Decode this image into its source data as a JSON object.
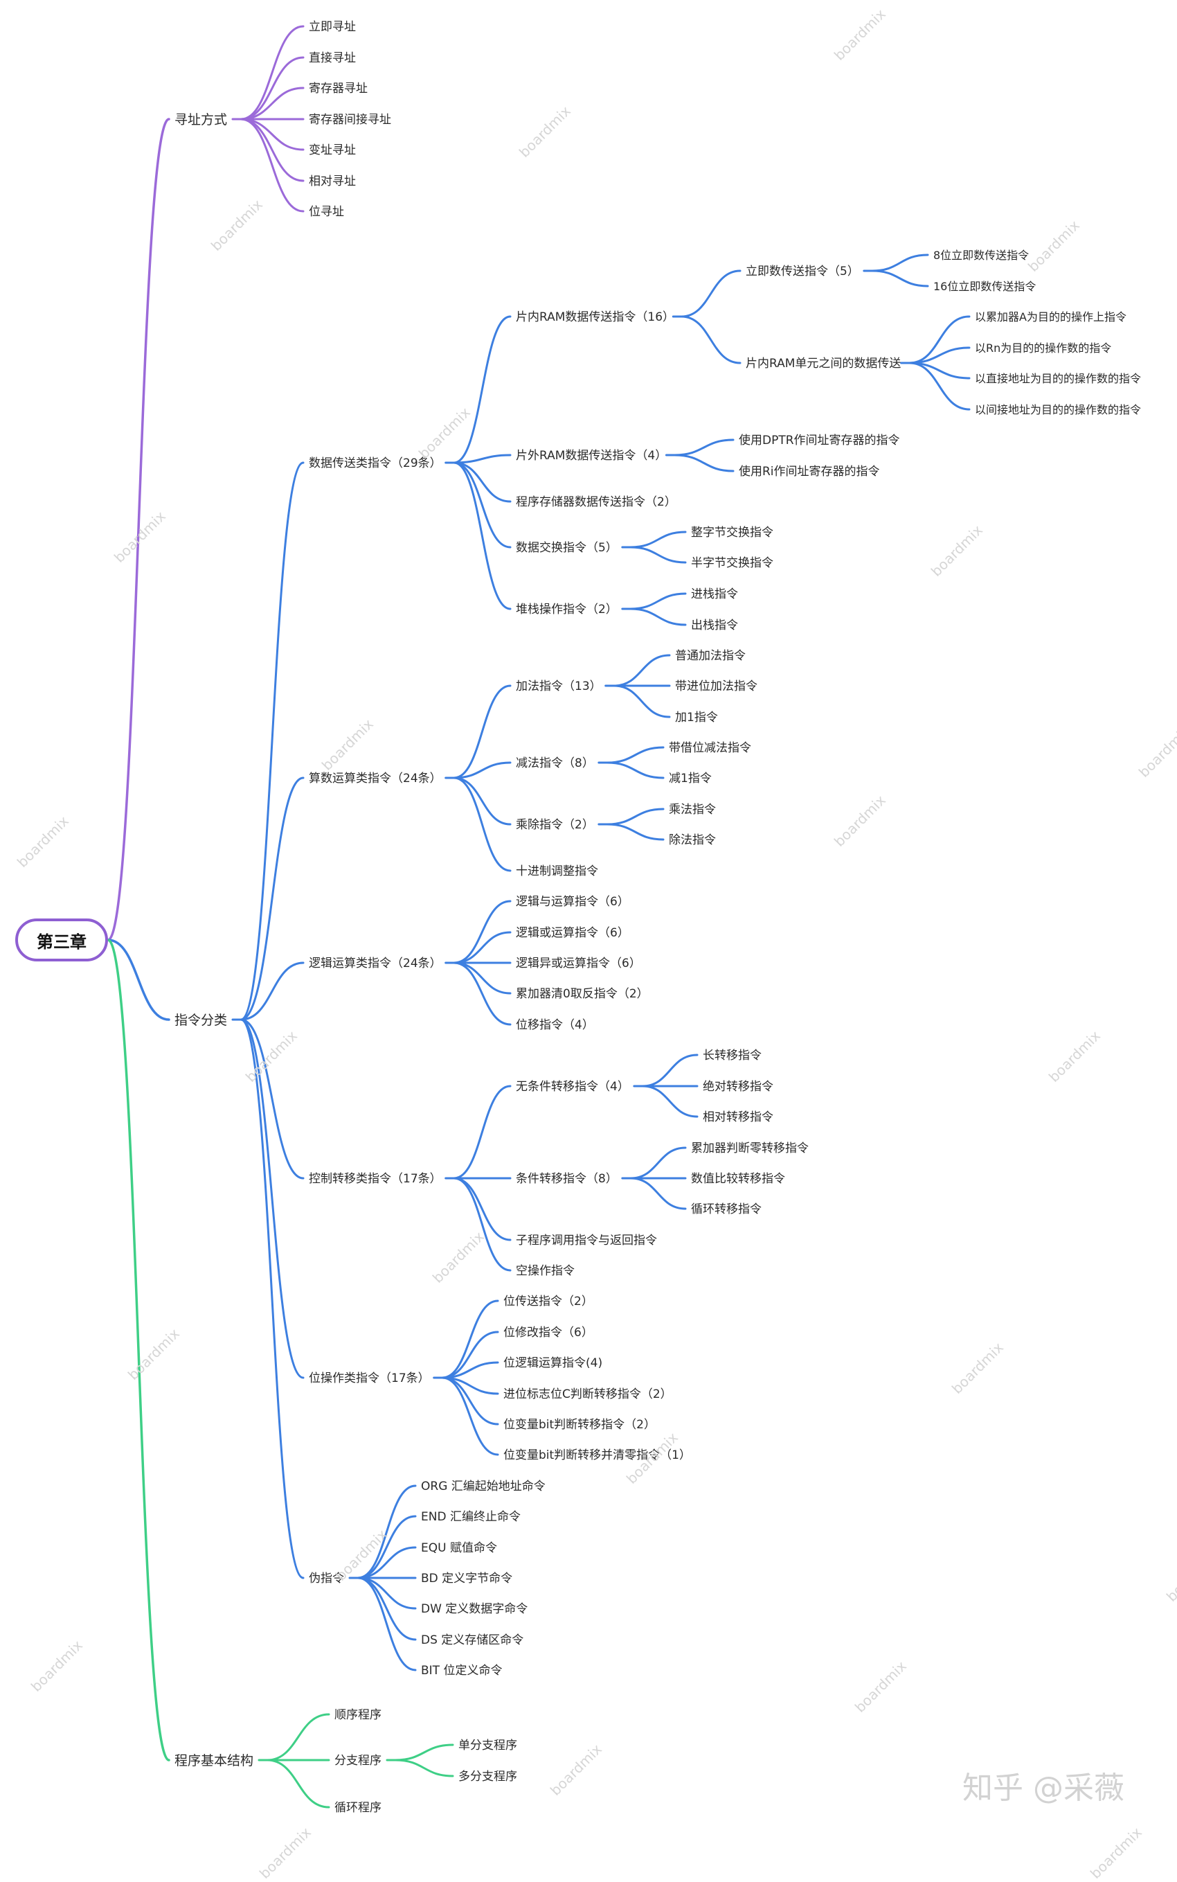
{
  "root": "第三章",
  "colors": {
    "purple": "#9b6ad9",
    "blue": "#3d7fe0",
    "green": "#3ecf86",
    "root_border": "#8e5fd2"
  },
  "branches": [
    {
      "label": "寻址方式",
      "color": "purple",
      "children": [
        {
          "label": "立即寻址"
        },
        {
          "label": "直接寻址"
        },
        {
          "label": "寄存器寻址"
        },
        {
          "label": "寄存器间接寻址"
        },
        {
          "label": "变址寻址"
        },
        {
          "label": "相对寻址"
        },
        {
          "label": "位寻址"
        }
      ]
    },
    {
      "label": "指令分类",
      "color": "blue",
      "children": [
        {
          "label": "数据传送类指令（29条）",
          "children": [
            {
              "label": "片内RAM数据传送指令（16）",
              "children": [
                {
                  "label": "立即数传送指令（5）",
                  "children": [
                    {
                      "label": "8位立即数传送指令"
                    },
                    {
                      "label": "16位立即数传送指令"
                    }
                  ]
                },
                {
                  "label": "片内RAM单元之间的数据传送",
                  "children": [
                    {
                      "label": "以累加器A为目的的操作上指令"
                    },
                    {
                      "label": "以Rn为目的的操作数的指令"
                    },
                    {
                      "label": "以直接地址为目的的操作数的指令"
                    },
                    {
                      "label": "以间接地址为目的的操作数的指令"
                    }
                  ]
                }
              ]
            },
            {
              "label": "片外RAM数据传送指令（4）",
              "children": [
                {
                  "label": "使用DPTR作间址寄存器的指令"
                },
                {
                  "label": "使用Ri作间址寄存器的指令"
                }
              ]
            },
            {
              "label": "程序存储器数据传送指令（2）"
            },
            {
              "label": "数据交换指令（5）",
              "children": [
                {
                  "label": "整字节交换指令"
                },
                {
                  "label": "半字节交换指令"
                }
              ]
            },
            {
              "label": "堆栈操作指令（2）",
              "children": [
                {
                  "label": "进栈指令"
                },
                {
                  "label": "出栈指令"
                }
              ]
            }
          ]
        },
        {
          "label": "算数运算类指令（24条）",
          "children": [
            {
              "label": "加法指令（13）",
              "children": [
                {
                  "label": "普通加法指令"
                },
                {
                  "label": "带进位加法指令"
                },
                {
                  "label": "加1指令"
                }
              ]
            },
            {
              "label": "减法指令（8）",
              "children": [
                {
                  "label": "带借位减法指令"
                },
                {
                  "label": "减1指令"
                }
              ]
            },
            {
              "label": "乘除指令（2）",
              "children": [
                {
                  "label": "乘法指令"
                },
                {
                  "label": "除法指令"
                }
              ]
            },
            {
              "label": "十进制调整指令"
            }
          ]
        },
        {
          "label": "逻辑运算类指令（24条）",
          "children": [
            {
              "label": "逻辑与运算指令（6）"
            },
            {
              "label": "逻辑或运算指令（6）"
            },
            {
              "label": "逻辑异或运算指令（6）"
            },
            {
              "label": "累加器清0取反指令（2）"
            },
            {
              "label": "位移指令（4）"
            }
          ]
        },
        {
          "label": "控制转移类指令（17条）",
          "children": [
            {
              "label": "无条件转移指令（4）",
              "children": [
                {
                  "label": "长转移指令"
                },
                {
                  "label": "绝对转移指令"
                },
                {
                  "label": "相对转移指令"
                }
              ]
            },
            {
              "label": "条件转移指令（8）",
              "children": [
                {
                  "label": "累加器判断零转移指令"
                },
                {
                  "label": "数值比较转移指令"
                },
                {
                  "label": "循环转移指令"
                }
              ]
            },
            {
              "label": "子程序调用指令与返回指令"
            },
            {
              "label": "空操作指令"
            }
          ]
        },
        {
          "label": "位操作类指令（17条）",
          "children": [
            {
              "label": "位传送指令（2）"
            },
            {
              "label": "位修改指令（6）"
            },
            {
              "label": "位逻辑运算指令(4)"
            },
            {
              "label": "进位标志位C判断转移指令（2）"
            },
            {
              "label": "位变量bit判断转移指令（2）"
            },
            {
              "label": "位变量bit判断转移并清零指令（1）"
            }
          ]
        },
        {
          "label": "伪指令",
          "children": [
            {
              "label": "ORG 汇编起始地址命令"
            },
            {
              "label": "END 汇编终止命令"
            },
            {
              "label": "EQU 赋值命令"
            },
            {
              "label": "BD 定义字节命令"
            },
            {
              "label": "DW 定义数据字命令"
            },
            {
              "label": "DS 定义存储区命令"
            },
            {
              "label": "BIT 位定义命令"
            }
          ]
        }
      ]
    },
    {
      "label": "程序基本结构",
      "color": "green",
      "children": [
        {
          "label": "顺序程序"
        },
        {
          "label": "分支程序",
          "children": [
            {
              "label": "单分支程序"
            },
            {
              "label": "多分支程序"
            }
          ]
        },
        {
          "label": "循环程序"
        }
      ]
    }
  ],
  "watermark": "boardmix",
  "credit": "知乎 @采薇"
}
